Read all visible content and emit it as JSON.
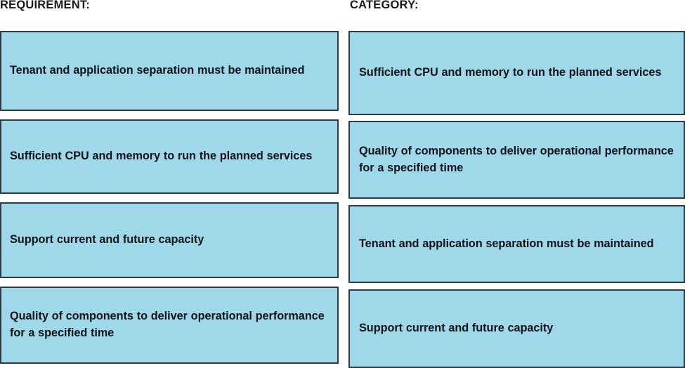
{
  "headers": {
    "left": "REQUIREMENT:",
    "right": "CATEGORY:"
  },
  "colors": {
    "card_fill": "#9ED8E9",
    "card_border": "#2B3A45",
    "text": "#101418",
    "background": "#FFFFFF"
  },
  "columns": {
    "requirement": {
      "title": "REQUIREMENT:",
      "items": [
        {
          "text": "Tenant and application separation must be maintained"
        },
        {
          "text": "Sufficient CPU and memory to run the planned services"
        },
        {
          "text": "Support current and future capacity"
        },
        {
          "text": "Quality of components to deliver operational performance for a specified time"
        }
      ]
    },
    "category": {
      "title": "CATEGORY:",
      "items": [
        {
          "text": "Sufficient CPU and memory to run the planned services"
        },
        {
          "text": "Quality of components to deliver operational performance for a specified time"
        },
        {
          "text": "Tenant and application separation must be maintained"
        },
        {
          "text": "Support current and future capacity"
        }
      ]
    }
  }
}
